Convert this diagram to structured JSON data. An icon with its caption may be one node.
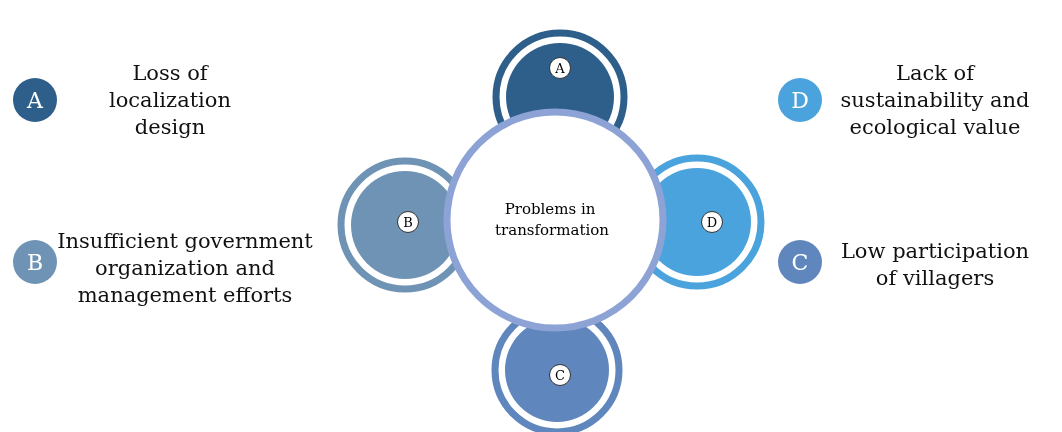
{
  "diagram": {
    "nodes": [
      {
        "text": [
          "A"
        ],
        "beside": [
          "Loss of localization design"
        ]
      },
      {
        "text": [
          "A"
        ]
      },
      {
        "text": [
          "D"
        ],
        "beside": [
          "Lack of sustainability and ecological value"
        ]
      },
      {
        "text": [
          "B"
        ]
      },
      {
        "text": [
          "Problems in transformation"
        ]
      },
      {
        "text": [
          "D"
        ]
      },
      {
        "text": [
          "B"
        ],
        "beside": [
          "Insufficient government organization and management efforts"
        ]
      },
      {
        "text": [
          "C"
        ],
        "beside": [
          "Low participation of villagers"
        ]
      },
      {
        "text": [
          "C"
        ]
      }
    ]
  }
}
